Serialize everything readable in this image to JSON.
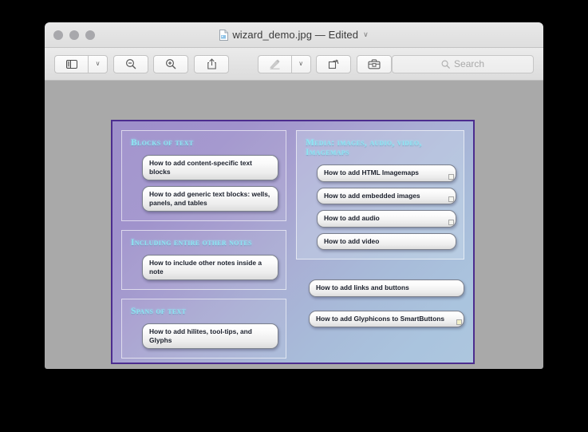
{
  "window": {
    "title": "wizard_demo.jpg — Edited",
    "filename": "wizard_demo.jpg",
    "edited_label": "Edited",
    "traffic_lights": [
      "close",
      "minimize",
      "zoom"
    ],
    "chevron": "∨"
  },
  "toolbar": {
    "sidebar_button": "sidebar-toggle",
    "sidebar_chevron": "∨",
    "zoom_out_button": "zoom-out",
    "zoom_in_button": "zoom-in",
    "share_button": "share",
    "markup_button": "markup-pen",
    "markup_chevron": "∨",
    "rotate_button": "rotate-left",
    "toolbox_button": "markup-toolbox",
    "search": {
      "placeholder": "Search",
      "value": ""
    }
  },
  "image": {
    "background_start": "#9e8fca",
    "background_end": "#adc6de",
    "border_color": "#4c2d8f",
    "heading_color": "#8fe4f2",
    "panels": [
      {
        "id": "blocks-of-text",
        "column": "left",
        "title": "Blocks of text",
        "buttons": [
          {
            "label": "How to add content-specific text blocks",
            "grip": false
          },
          {
            "label": "How to add generic text blocks: wells, panels, and tables",
            "grip": false
          }
        ]
      },
      {
        "id": "including-entire-other-notes",
        "column": "left",
        "title": "Including entire other notes",
        "buttons": [
          {
            "label": "How to include other notes inside a note",
            "grip": false
          }
        ]
      },
      {
        "id": "spans-of-text",
        "column": "left",
        "title": "Spans of text",
        "buttons": [
          {
            "label": "How to add hilites, tool-tips, and Glyphs",
            "grip": false
          }
        ]
      },
      {
        "id": "media",
        "column": "right",
        "title": "Media: images, audio, video, Imagemaps",
        "buttons": [
          {
            "label": "How to add HTML Imagemaps",
            "grip": true
          },
          {
            "label": "How to add embedded images",
            "grip": true
          },
          {
            "label": "How to add audio",
            "grip": true
          },
          {
            "label": "How to add video",
            "grip": false
          }
        ]
      }
    ],
    "loose_buttons": [
      {
        "label": "How to add links and buttons",
        "grip": false
      },
      {
        "label": "How to add Glyphicons to SmartButtons",
        "grip": true,
        "grip_yellow": true
      }
    ]
  }
}
